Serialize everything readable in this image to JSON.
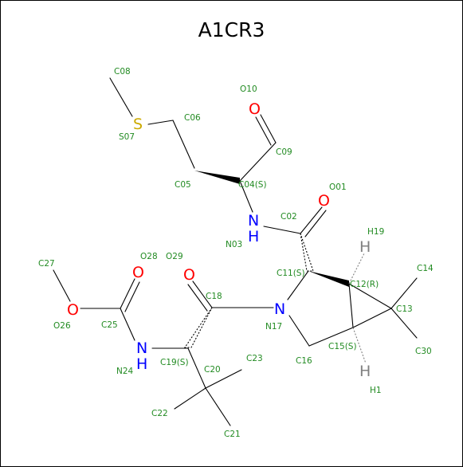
{
  "title": "A1CR3",
  "colors": {
    "bond": "#000000",
    "oxygen": "#ff0000",
    "nitrogen": "#0000ff",
    "sulfur": "#ccaa00",
    "hydrogen": "#808080",
    "atom_label": "#228b22"
  },
  "elements": {
    "s07": "S",
    "o10": "O",
    "o01": "O",
    "n03": "N",
    "n03_h": "H",
    "o28": "O",
    "o29": "O",
    "o26": "O",
    "n17": "N",
    "n24": "N",
    "n24_h": "H",
    "h19": "H",
    "h1": "H"
  },
  "atom_labels": {
    "c08": "C08",
    "s07": "S07",
    "c06": "C06",
    "o10": "O10",
    "c09": "C09",
    "c05": "C05",
    "c04": "C04(S)",
    "o01": "O01",
    "c02": "C02",
    "n03": "N03",
    "h19": "H19",
    "c27": "C27",
    "o28": "O28",
    "o29": "O29",
    "c11": "C11(S)",
    "c12": "C12(R)",
    "c14": "C14",
    "c18": "C18",
    "c13": "C13",
    "o26": "O26",
    "c25": "C25",
    "n17": "N17",
    "c15": "C15(S)",
    "c30": "C30",
    "c16": "C16",
    "c19": "C19(S)",
    "c20": "C20",
    "c23": "C23",
    "n24": "N24",
    "c22": "C22",
    "h1": "H1",
    "c21": "C21"
  }
}
